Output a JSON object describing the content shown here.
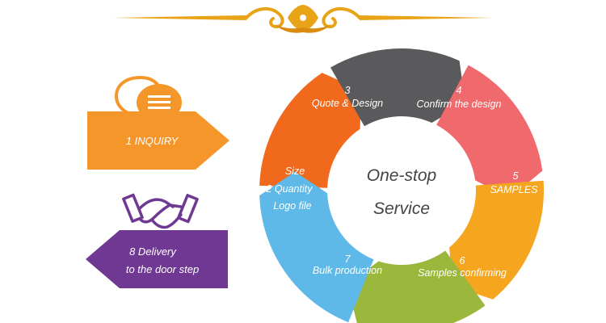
{
  "colors": {
    "gold": "#e8a317",
    "orange": "#f1691d",
    "dark_gray": "#5a595b",
    "coral": "#f0696c",
    "amber": "#f6a51e",
    "olive": "#9bb73c",
    "sky_blue": "#5eb9e9",
    "inquiry_orange": "#f4962a",
    "purple": "#6f3892"
  },
  "icons": {
    "header": "ornament-divider-icon",
    "inquiry": "speech-bubbles-icon",
    "delivery": "handshake-icon"
  },
  "steps": {
    "inquiry": {
      "label": "1   INQUIRY"
    },
    "quantity": {
      "lines": [
        "Size",
        "2  Quantity",
        "Logo file"
      ]
    },
    "quote": {
      "number": "3",
      "label": "Quote & Design"
    },
    "confirm": {
      "number": "4",
      "label": "Confirm the design"
    },
    "samples": {
      "number": "5",
      "label": "SAMPLES"
    },
    "samples_confirming": {
      "number": "6",
      "label": "Samples confirming"
    },
    "bulk": {
      "number": "7",
      "label": "Bulk production"
    },
    "delivery": {
      "lines": [
        "8  Delivery",
        "to the door step"
      ]
    }
  },
  "center": {
    "line1": "One-stop",
    "line2": "Service"
  }
}
